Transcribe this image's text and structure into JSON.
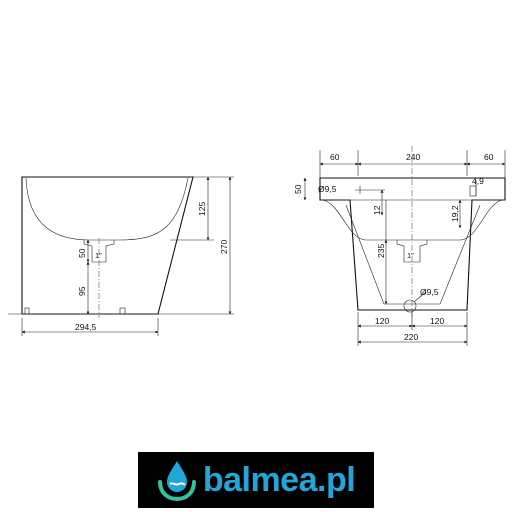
{
  "colors": {
    "line": "#111111",
    "background": "#ffffff",
    "logo_bg": "#000000",
    "logo_accent": "#1fa7d9",
    "logo_wave": "#2ec4a0"
  },
  "side_view": {
    "dims": {
      "d125": "125",
      "d270": "270",
      "d50": "50",
      "d95": "95",
      "pipe": "1\"",
      "width": "294,5"
    }
  },
  "front_view": {
    "dims": {
      "top_left": "60",
      "top_mid": "240",
      "top_right": "60",
      "rim": "50",
      "hole": "Ø9,5",
      "d12": "12",
      "d4_9": "4,9",
      "d19_2": "19,2",
      "d235": "235",
      "pipe": "1\"",
      "foot_hole": "Ø9,5",
      "bottom_left": "120",
      "bottom_right": "120",
      "bottom_total": "220"
    }
  },
  "logo": {
    "text": "balmea.pl",
    "icon": "water-drop-hands-icon"
  }
}
